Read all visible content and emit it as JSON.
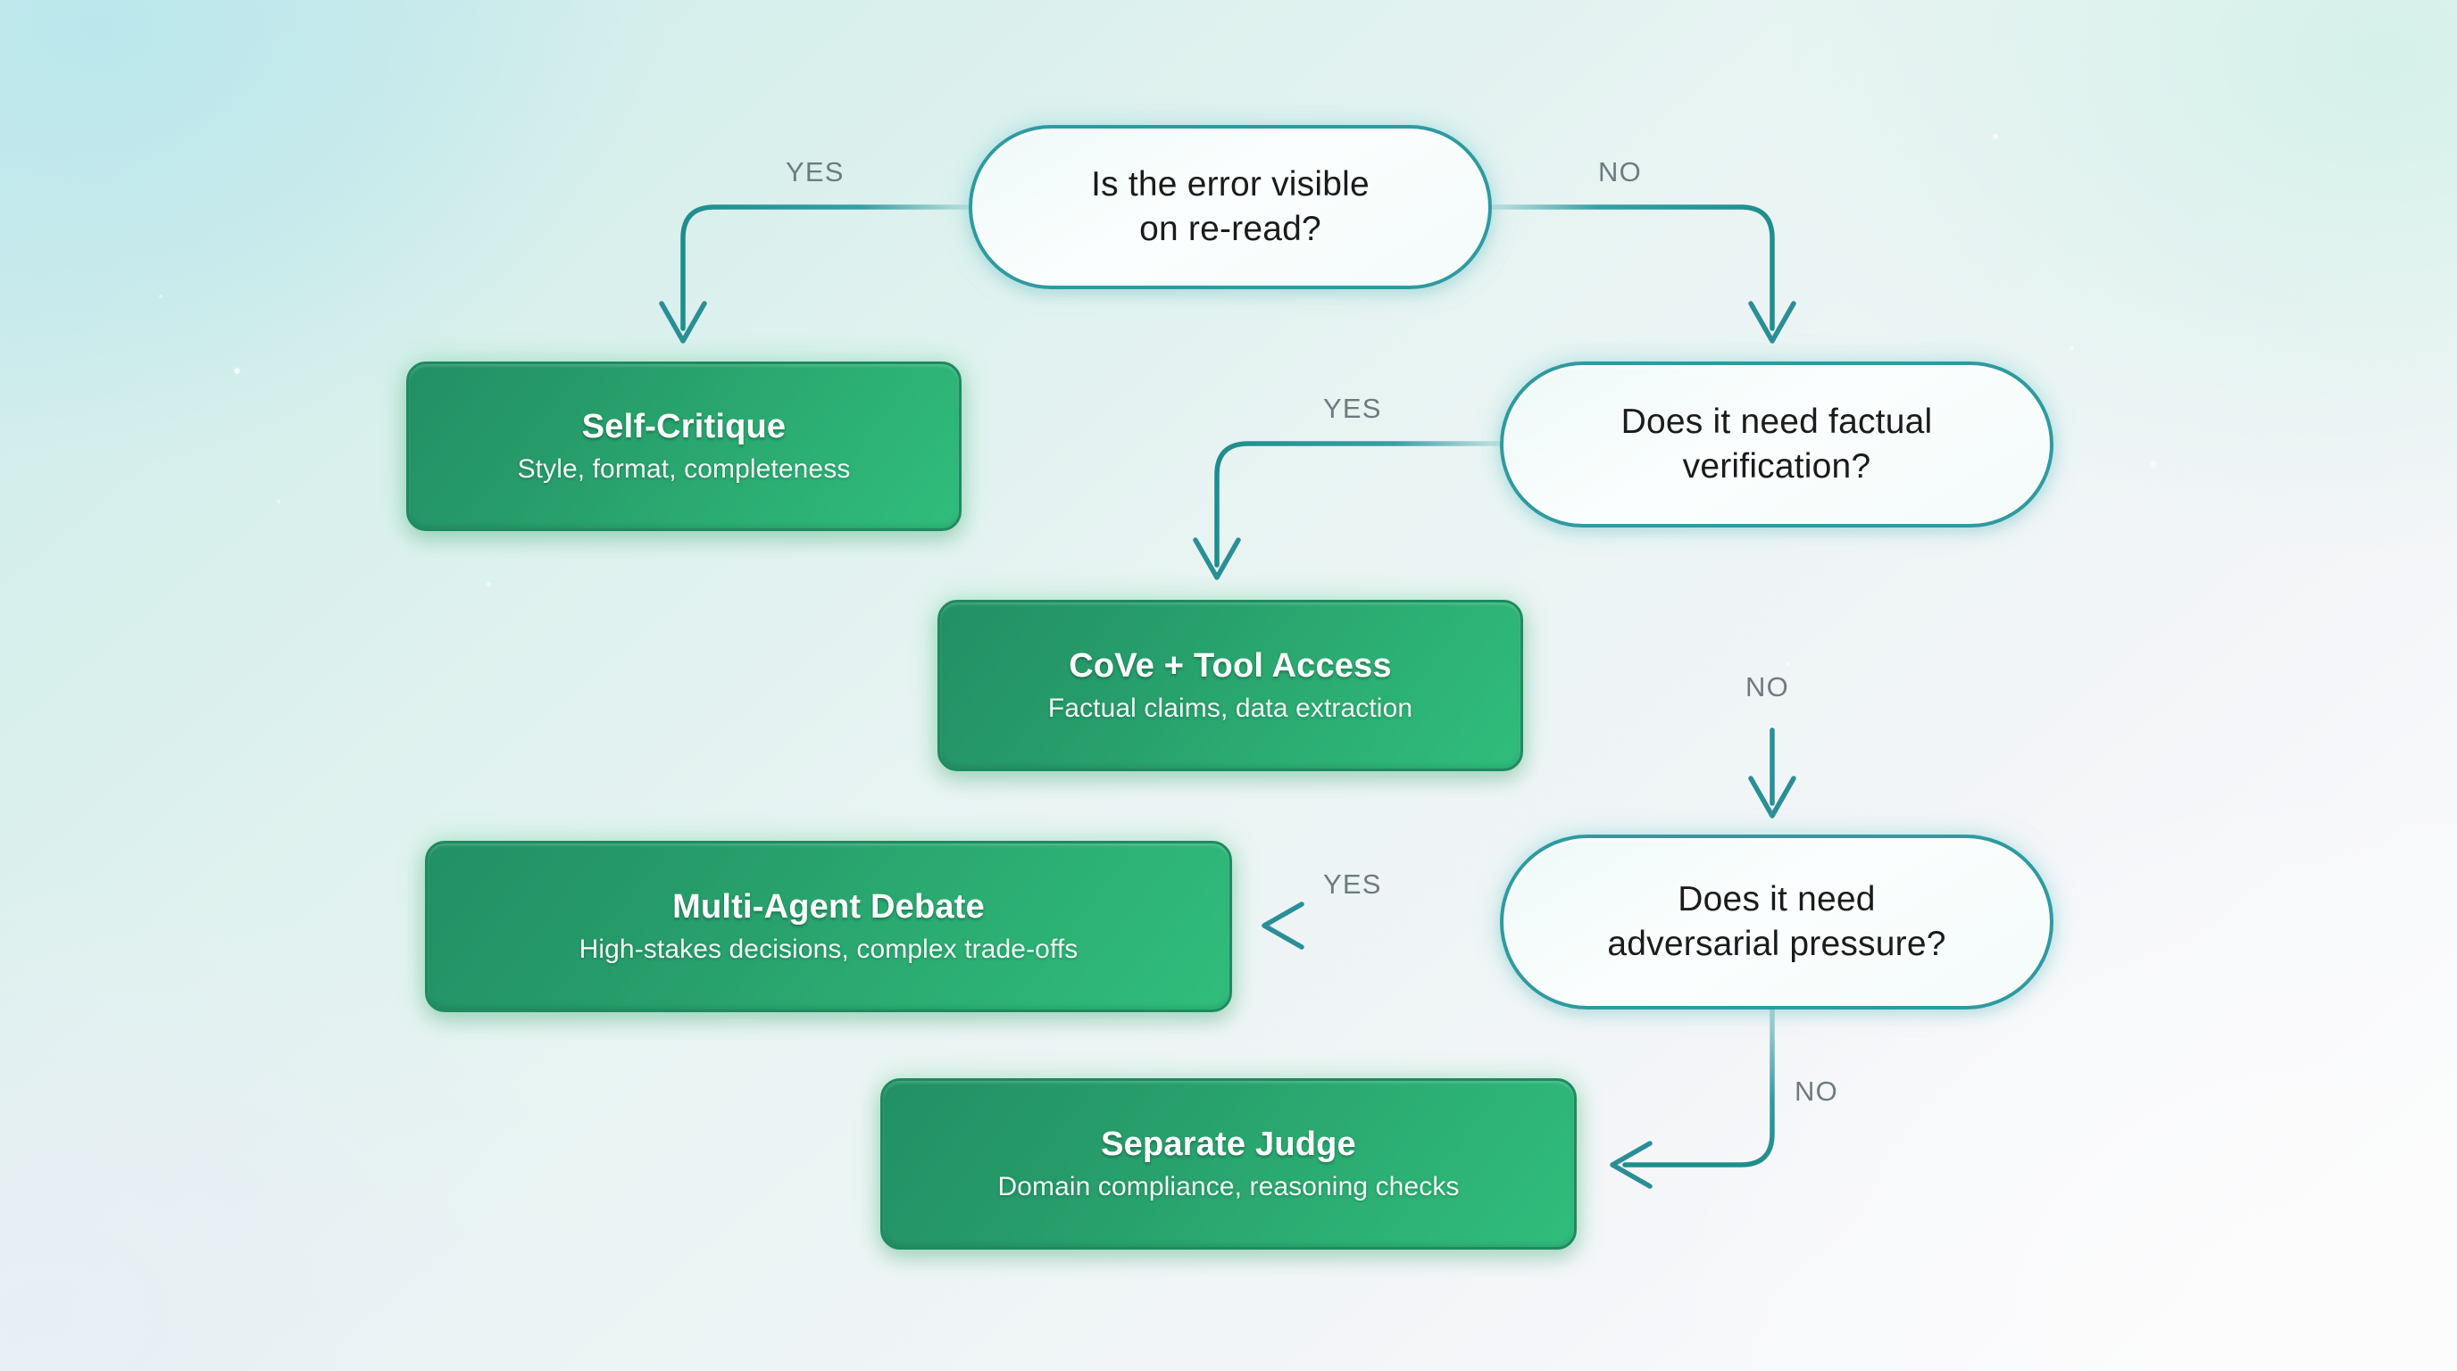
{
  "diagram": {
    "type": "flowchart",
    "title": "",
    "palette": {
      "accent_teal": "#2e9aa1",
      "card_green": "#2bac72",
      "card_green_dark": "#229066",
      "edge_label": "#6d7b80",
      "background_top_left": "#c9e9ec",
      "background_top_right": "#d9f0ec",
      "background_bottom_right": "#fdfdfe"
    },
    "decisions": [
      {
        "id": "d1",
        "text_line1": "Is the error visible",
        "text_line2": "on re-read?"
      },
      {
        "id": "d2",
        "text_line1": "Does it need factual",
        "text_line2": "verification?"
      },
      {
        "id": "d3",
        "text_line1": "Does it need",
        "text_line2": "adversarial pressure?"
      }
    ],
    "outcomes": [
      {
        "id": "o1",
        "title": "Self-Critique",
        "subtitle": "Style, format, completeness"
      },
      {
        "id": "o2",
        "title": "CoVe + Tool Access",
        "subtitle": "Factual claims, data extraction"
      },
      {
        "id": "o3",
        "title": "Multi-Agent Debate",
        "subtitle": "High-stakes decisions, complex trade-offs"
      },
      {
        "id": "o4",
        "title": "Separate Judge",
        "subtitle": "Domain compliance, reasoning checks"
      }
    ],
    "edges": [
      {
        "id": "e1",
        "from": "d1",
        "to": "o1",
        "label": "YES"
      },
      {
        "id": "e2",
        "from": "d1",
        "to": "d2",
        "label": "NO"
      },
      {
        "id": "e3",
        "from": "d2",
        "to": "o2",
        "label": "YES"
      },
      {
        "id": "e4",
        "from": "d2",
        "to": "d3",
        "label": "NO"
      },
      {
        "id": "e5",
        "from": "d3",
        "to": "o3",
        "label": "YES"
      },
      {
        "id": "e6",
        "from": "d3",
        "to": "o4",
        "label": "NO"
      }
    ]
  }
}
